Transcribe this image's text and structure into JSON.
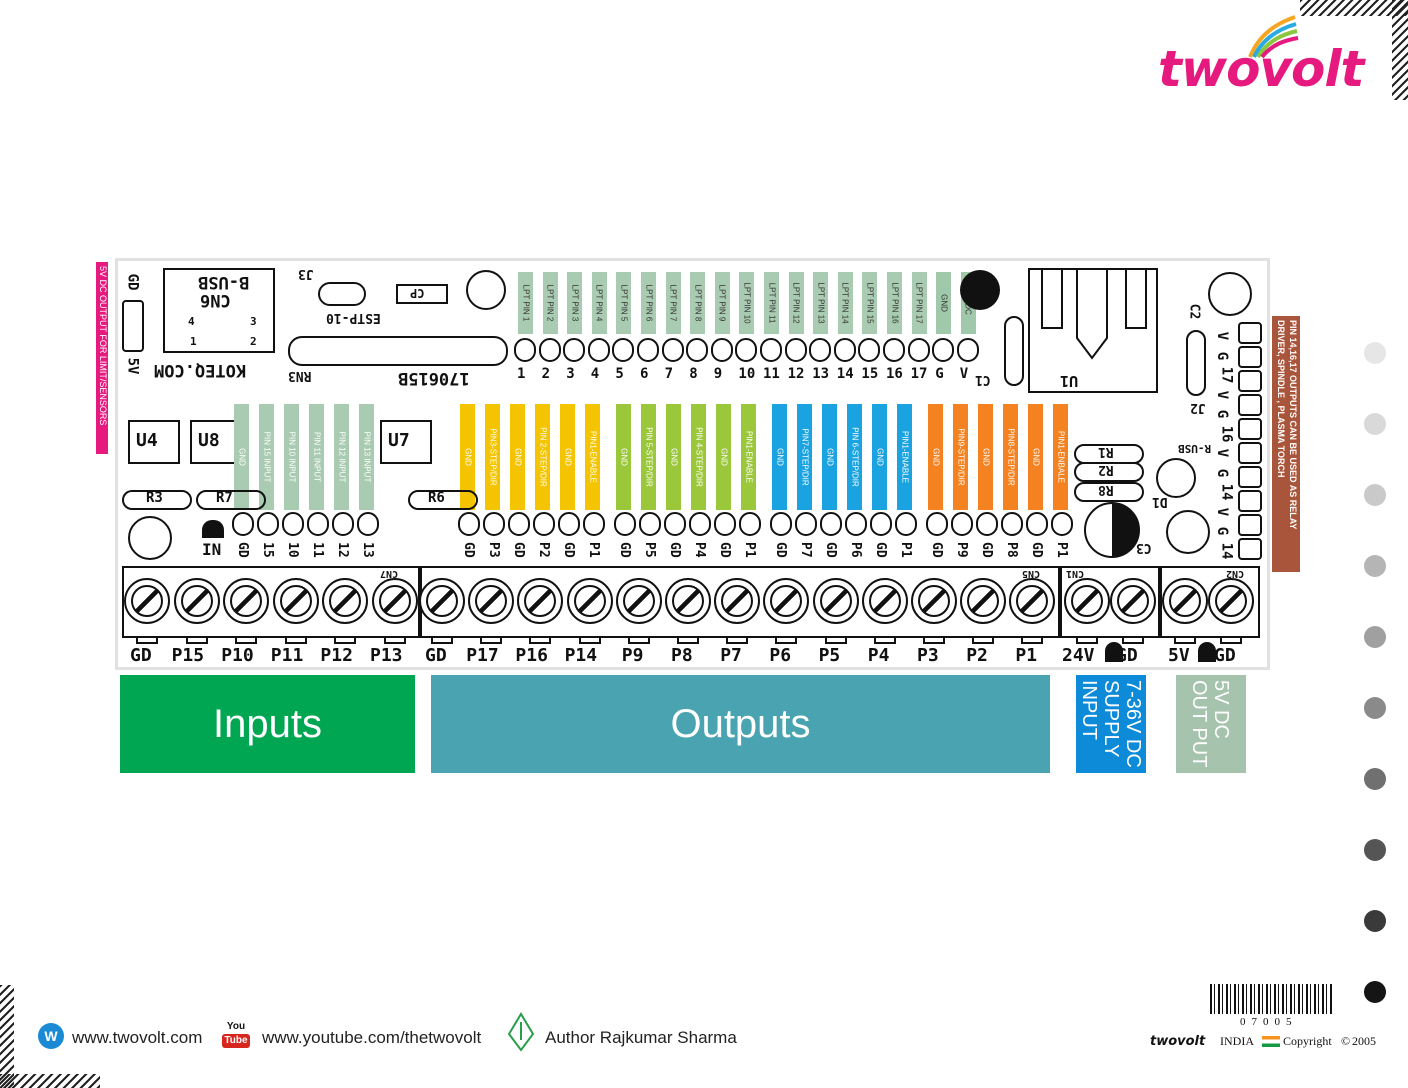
{
  "brand": {
    "logo_left": "two",
    "logo_right": "volt"
  },
  "side_dots": [
    "#e6e6e6",
    "#d9d9d9",
    "#c9c9c9",
    "#b5b5b5",
    "#a0a0a0",
    "#8a8a8a",
    "#707070",
    "#555555",
    "#3a3a3a",
    "#151515"
  ],
  "board": {
    "left_note": "5V DC OUTPUT  FOR LIMIT/SENSORS",
    "right_note_1": "PIN 14,16,17 OUTPUTS CAN BE USED AS RELAY",
    "right_note_2": "DRIVER, SPINDLE , PLASMA TORCH",
    "silk": {
      "usb": "B-USB",
      "cn6": "CN6",
      "j3": "J3",
      "estp": "ESTP-10",
      "cp": "CP",
      "koteq": "KOTEQ.COM",
      "rn3": "RN3",
      "code": "170615B",
      "gd": "GD",
      "v5": "5V",
      "u4": "U4",
      "u8": "U8",
      "u7": "U7",
      "u1": "U1",
      "c1": "C1",
      "c2": "C2",
      "c3": "C3",
      "j2": "J2",
      "rusb": "R-USB",
      "r1": "R1",
      "r2": "R2",
      "r8": "R8",
      "d1": "D1",
      "r3": "R3",
      "r7": "R7",
      "r6": "R6",
      "in": "IN",
      "cn7": "CN7",
      "cn5": "CN5",
      "cn1": "CN1",
      "cn2": "CN2",
      "pin1_4a": "1",
      "pin1_4b": "4",
      "pin2_3a": "2",
      "pin2_3b": "3"
    },
    "lpt_labels": [
      "LPT PIN 1",
      "LPT PIN 2",
      "LPT PIN 3",
      "LPT PIN 4",
      "LPT PIN 5",
      "LPT PIN 6",
      "LPT PIN 7",
      "LPT PIN 8",
      "LPT PIN 9",
      "LPT PIN 10",
      "LPT PIN 11",
      "LPT PIN 12",
      "LPT PIN 13",
      "LPT PIN 14",
      "LPT PIN 15",
      "LPT PIN 16",
      "LPT PIN 17",
      "GND",
      "5V DC"
    ],
    "header_numbers": [
      "1",
      "2",
      "3",
      "4",
      "5",
      "6",
      "7",
      "8",
      "9",
      "10",
      "11",
      "12",
      "13",
      "14",
      "15",
      "16",
      "17",
      "G",
      "V"
    ],
    "right_header_labels": [
      "V",
      "G",
      "17",
      "V",
      "G",
      "16",
      "V",
      "G",
      "14",
      "V",
      "G",
      "14"
    ],
    "input_labels": [
      "GND",
      "PIN 15 INPUT",
      "PIN 10 INPUT",
      "PIN 11 INPUT",
      "PIN 12 INPUT",
      "PIN 13 INPUT"
    ],
    "input_pin_labels": [
      "GD",
      "15",
      "10",
      "11",
      "12",
      "13"
    ],
    "output_groups": [
      {
        "color": "#f5c400",
        "labels": [
          "GND",
          "PIN3-STEP/DIR",
          "GND",
          "PIN 2-STEP/DIR",
          "GND",
          "PIN1-ENABLE"
        ],
        "pins": [
          "GD",
          "P3",
          "GD",
          "P2",
          "GD",
          "P1"
        ]
      },
      {
        "color": "#9bc73b",
        "labels": [
          "GND",
          "PIN 5-STEP/DIR",
          "GND",
          "PIN 4-STEP/DIR",
          "GND",
          "PIN1-ENABLE"
        ],
        "pins": [
          "GD",
          "P5",
          "GD",
          "P4",
          "GD",
          "P1"
        ]
      },
      {
        "color": "#1aa3e0",
        "labels": [
          "GND",
          "PIN7-STEP/DIR",
          "GND",
          "PIN 6-STEP/DIR",
          "GND",
          "PIN1-ENABLE"
        ],
        "pins": [
          "GD",
          "P7",
          "GD",
          "P6",
          "GD",
          "P1"
        ]
      },
      {
        "color": "#f58220",
        "labels": [
          "GND",
          "PIN9-STEP/DIR",
          "GND",
          "PIN8-STEP/DIR",
          "GND",
          "PIN1-ENBALE"
        ],
        "pins": [
          "GD",
          "P9",
          "GD",
          "P8",
          "GD",
          "P1"
        ]
      }
    ],
    "terminal_labels": [
      "GD",
      "P15",
      "P10",
      "P11",
      "P12",
      "P13",
      "GD",
      "P17",
      "P16",
      "P14",
      "P9",
      "P8",
      "P7",
      "P6",
      "P5",
      "P4",
      "P3",
      "P2",
      "P1",
      "24V",
      "GD",
      "5V",
      "GD"
    ]
  },
  "blocks": {
    "inputs": "Inputs",
    "outputs": "Outputs",
    "supply_1": "7-36V DC",
    "supply_2": "SUPPLY",
    "supply_3": "INPUT",
    "dcout_1": "5V DC",
    "dcout_2": "OUT PUT"
  },
  "footer": {
    "website": "www.twovolt.com",
    "youtube_icon_top": "You",
    "youtube_icon_bottom": "Tube",
    "youtube": "www.youtube.com/thetwovolt",
    "author": "Author Rajkumar Sharma",
    "barcode_number": "07005",
    "brand": "twovolt",
    "country": "INDIA",
    "copyright": "Copyright",
    "copyright_symbol": "©",
    "year": "2005"
  }
}
